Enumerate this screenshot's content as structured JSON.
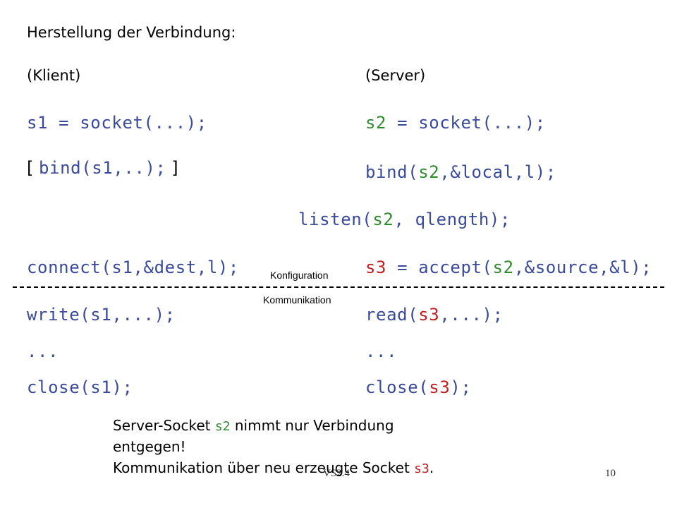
{
  "heading": "Herstellung der Verbindung:",
  "client": {
    "label": "(Klient)",
    "socket": {
      "var": "s1",
      "rest": " = socket(...);"
    },
    "bind": {
      "open": "[ ",
      "fn": "bind(s1,..);",
      "close": " ]"
    },
    "connect": "connect(s1,&dest,l);",
    "write": "write(s1,...);",
    "ellipsis": "...",
    "close": "close(s1);"
  },
  "server": {
    "label": "(Server)",
    "socket": {
      "var": "s2",
      "rest": " = socket(...);"
    },
    "bind": {
      "pre": "bind(",
      "var": "s2",
      "post": ",&local,l);"
    },
    "listen": {
      "pre": "listen(",
      "var": "s2",
      "post": ", qlength);"
    },
    "accept": {
      "var": "s3",
      "mid": " = accept(",
      "var2": "s2",
      "post": ",&source,&l);"
    },
    "read": {
      "pre": "read(",
      "var": "s3",
      "post": ",...);"
    },
    "ellipsis": "...",
    "close": {
      "pre": "close(",
      "var": "s3",
      "post": ");"
    }
  },
  "phases": {
    "config": "Konfiguration",
    "communication": "Kommunikation"
  },
  "note": {
    "line1_pre": "Server-Socket ",
    "line1_code": "s2",
    "line1_post": " nimmt nur Verbindung",
    "line2": "entgegen!",
    "line3_pre": "Kommunikation über neu erzeugte Socket ",
    "line3_code": "s3",
    "line3_post": "."
  },
  "footer": {
    "course": "VS2.4",
    "page": "10"
  }
}
